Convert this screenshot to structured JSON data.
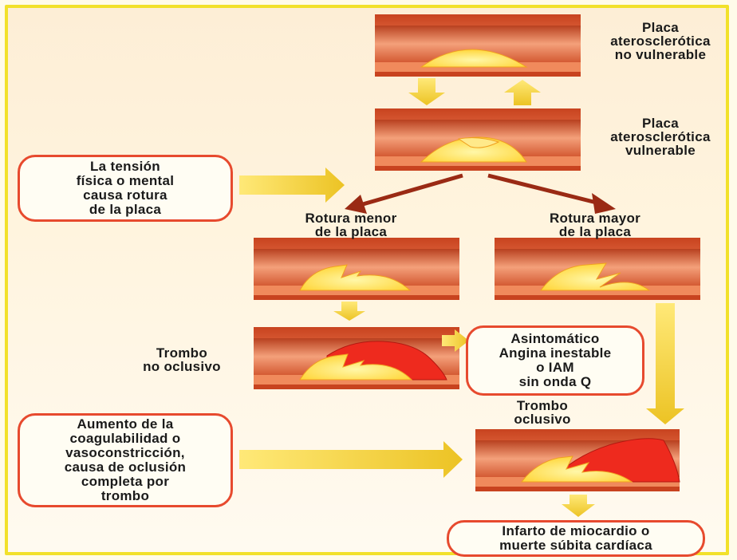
{
  "labels": {
    "nonvulnerable": "Placa\naterosclerótica\nno vulnerable",
    "vulnerable": "Placa\naterosclerótica\nvulnerable",
    "minor_rupture": "Rotura menor\nde la placa",
    "major_rupture": "Rotura mayor\nde la placa",
    "nonocclusive": "Trombo\nno oclusivo",
    "occlusive": "Trombo\noclusivo"
  },
  "boxes": {
    "tension": "La tensión\nfísica o mental\ncausa rotura\nde la placa",
    "coagulability": "Aumento de la\ncoagulabilidad o\nvasoconstricción,\ncausa de oclusión\ncompleta por\ntrombo",
    "asymptomatic": "Asintomático\nAngina inestable\no IAM\nsin onda Q",
    "infarct": "Infarto de miocardio o\nmuerte súbita cardíaca"
  },
  "colors": {
    "vessel_wall": "#d9542f",
    "plaque": "#ffe96b",
    "thrombus": "#ee2a1e",
    "box_border": "#e74a2e",
    "yellow_arrow": "#f3d636",
    "brown_arrow": "#9a2a14",
    "frame": "#f2e12a"
  }
}
